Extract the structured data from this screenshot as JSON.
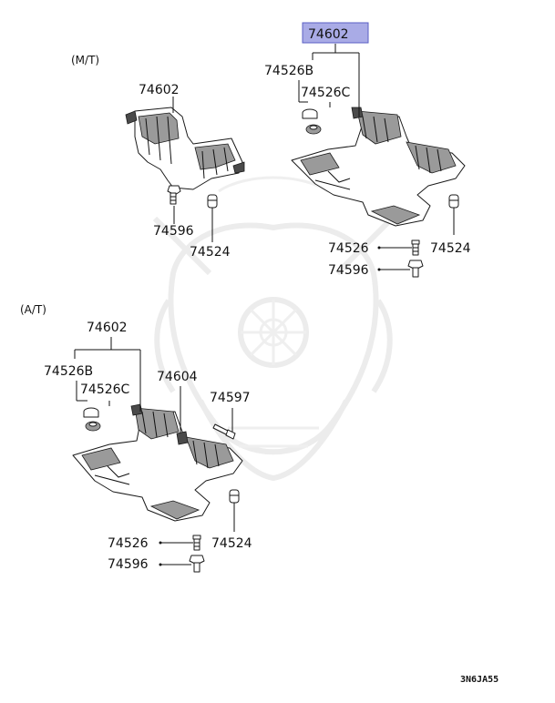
{
  "diagram": {
    "selected_part": "74602",
    "selected_color": "#a9abe6",
    "drawing_code": "3N6JA55",
    "sections": {
      "mt": {
        "title": "(M/T)",
        "labels": {
          "top_left_cover": "74602",
          "right_cover": "74602",
          "right_bush_b": "74526B",
          "right_bush_c": "74526C",
          "left_clip": "74596",
          "left_clip_nut": "74524",
          "right_screw": "74526",
          "right_clip": "74596",
          "right_nut": "74524"
        }
      },
      "at": {
        "title": "(A/T)",
        "labels": {
          "cover": "74602",
          "bush_b": "74526B",
          "bush_c": "74526C",
          "bracket": "74604",
          "bolt": "74597",
          "nut": "74524",
          "screw": "74526",
          "clip": "74596"
        }
      }
    }
  }
}
